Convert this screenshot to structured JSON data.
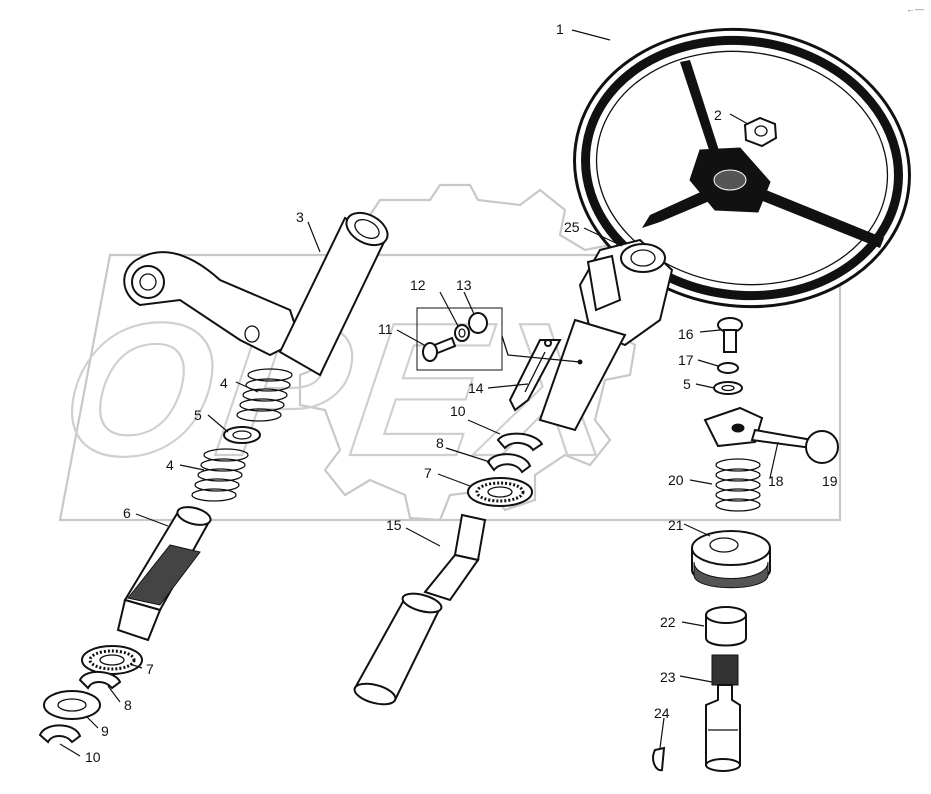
{
  "watermark": {
    "text": "OPEX"
  },
  "corner_mark": "←—",
  "callouts": [
    {
      "id": "c1",
      "label": "1"
    },
    {
      "id": "c2",
      "label": "2"
    },
    {
      "id": "c3",
      "label": "3"
    },
    {
      "id": "c4a",
      "label": "4"
    },
    {
      "id": "c4b",
      "label": "4"
    },
    {
      "id": "c5a",
      "label": "5"
    },
    {
      "id": "c5b",
      "label": "5"
    },
    {
      "id": "c6",
      "label": "6"
    },
    {
      "id": "c7a",
      "label": "7"
    },
    {
      "id": "c7b",
      "label": "7"
    },
    {
      "id": "c8a",
      "label": "8"
    },
    {
      "id": "c8b",
      "label": "8"
    },
    {
      "id": "c9",
      "label": "9"
    },
    {
      "id": "c10a",
      "label": "10"
    },
    {
      "id": "c10b",
      "label": "10"
    },
    {
      "id": "c11",
      "label": "11"
    },
    {
      "id": "c12",
      "label": "12"
    },
    {
      "id": "c13",
      "label": "13"
    },
    {
      "id": "c14",
      "label": "14"
    },
    {
      "id": "c15",
      "label": "15"
    },
    {
      "id": "c16",
      "label": "16"
    },
    {
      "id": "c17",
      "label": "17"
    },
    {
      "id": "c18",
      "label": "18"
    },
    {
      "id": "c19",
      "label": "19"
    },
    {
      "id": "c20",
      "label": "20"
    },
    {
      "id": "c21",
      "label": "21"
    },
    {
      "id": "c22",
      "label": "22"
    },
    {
      "id": "c23",
      "label": "23"
    },
    {
      "id": "c24",
      "label": "24"
    },
    {
      "id": "c25",
      "label": "25"
    }
  ]
}
